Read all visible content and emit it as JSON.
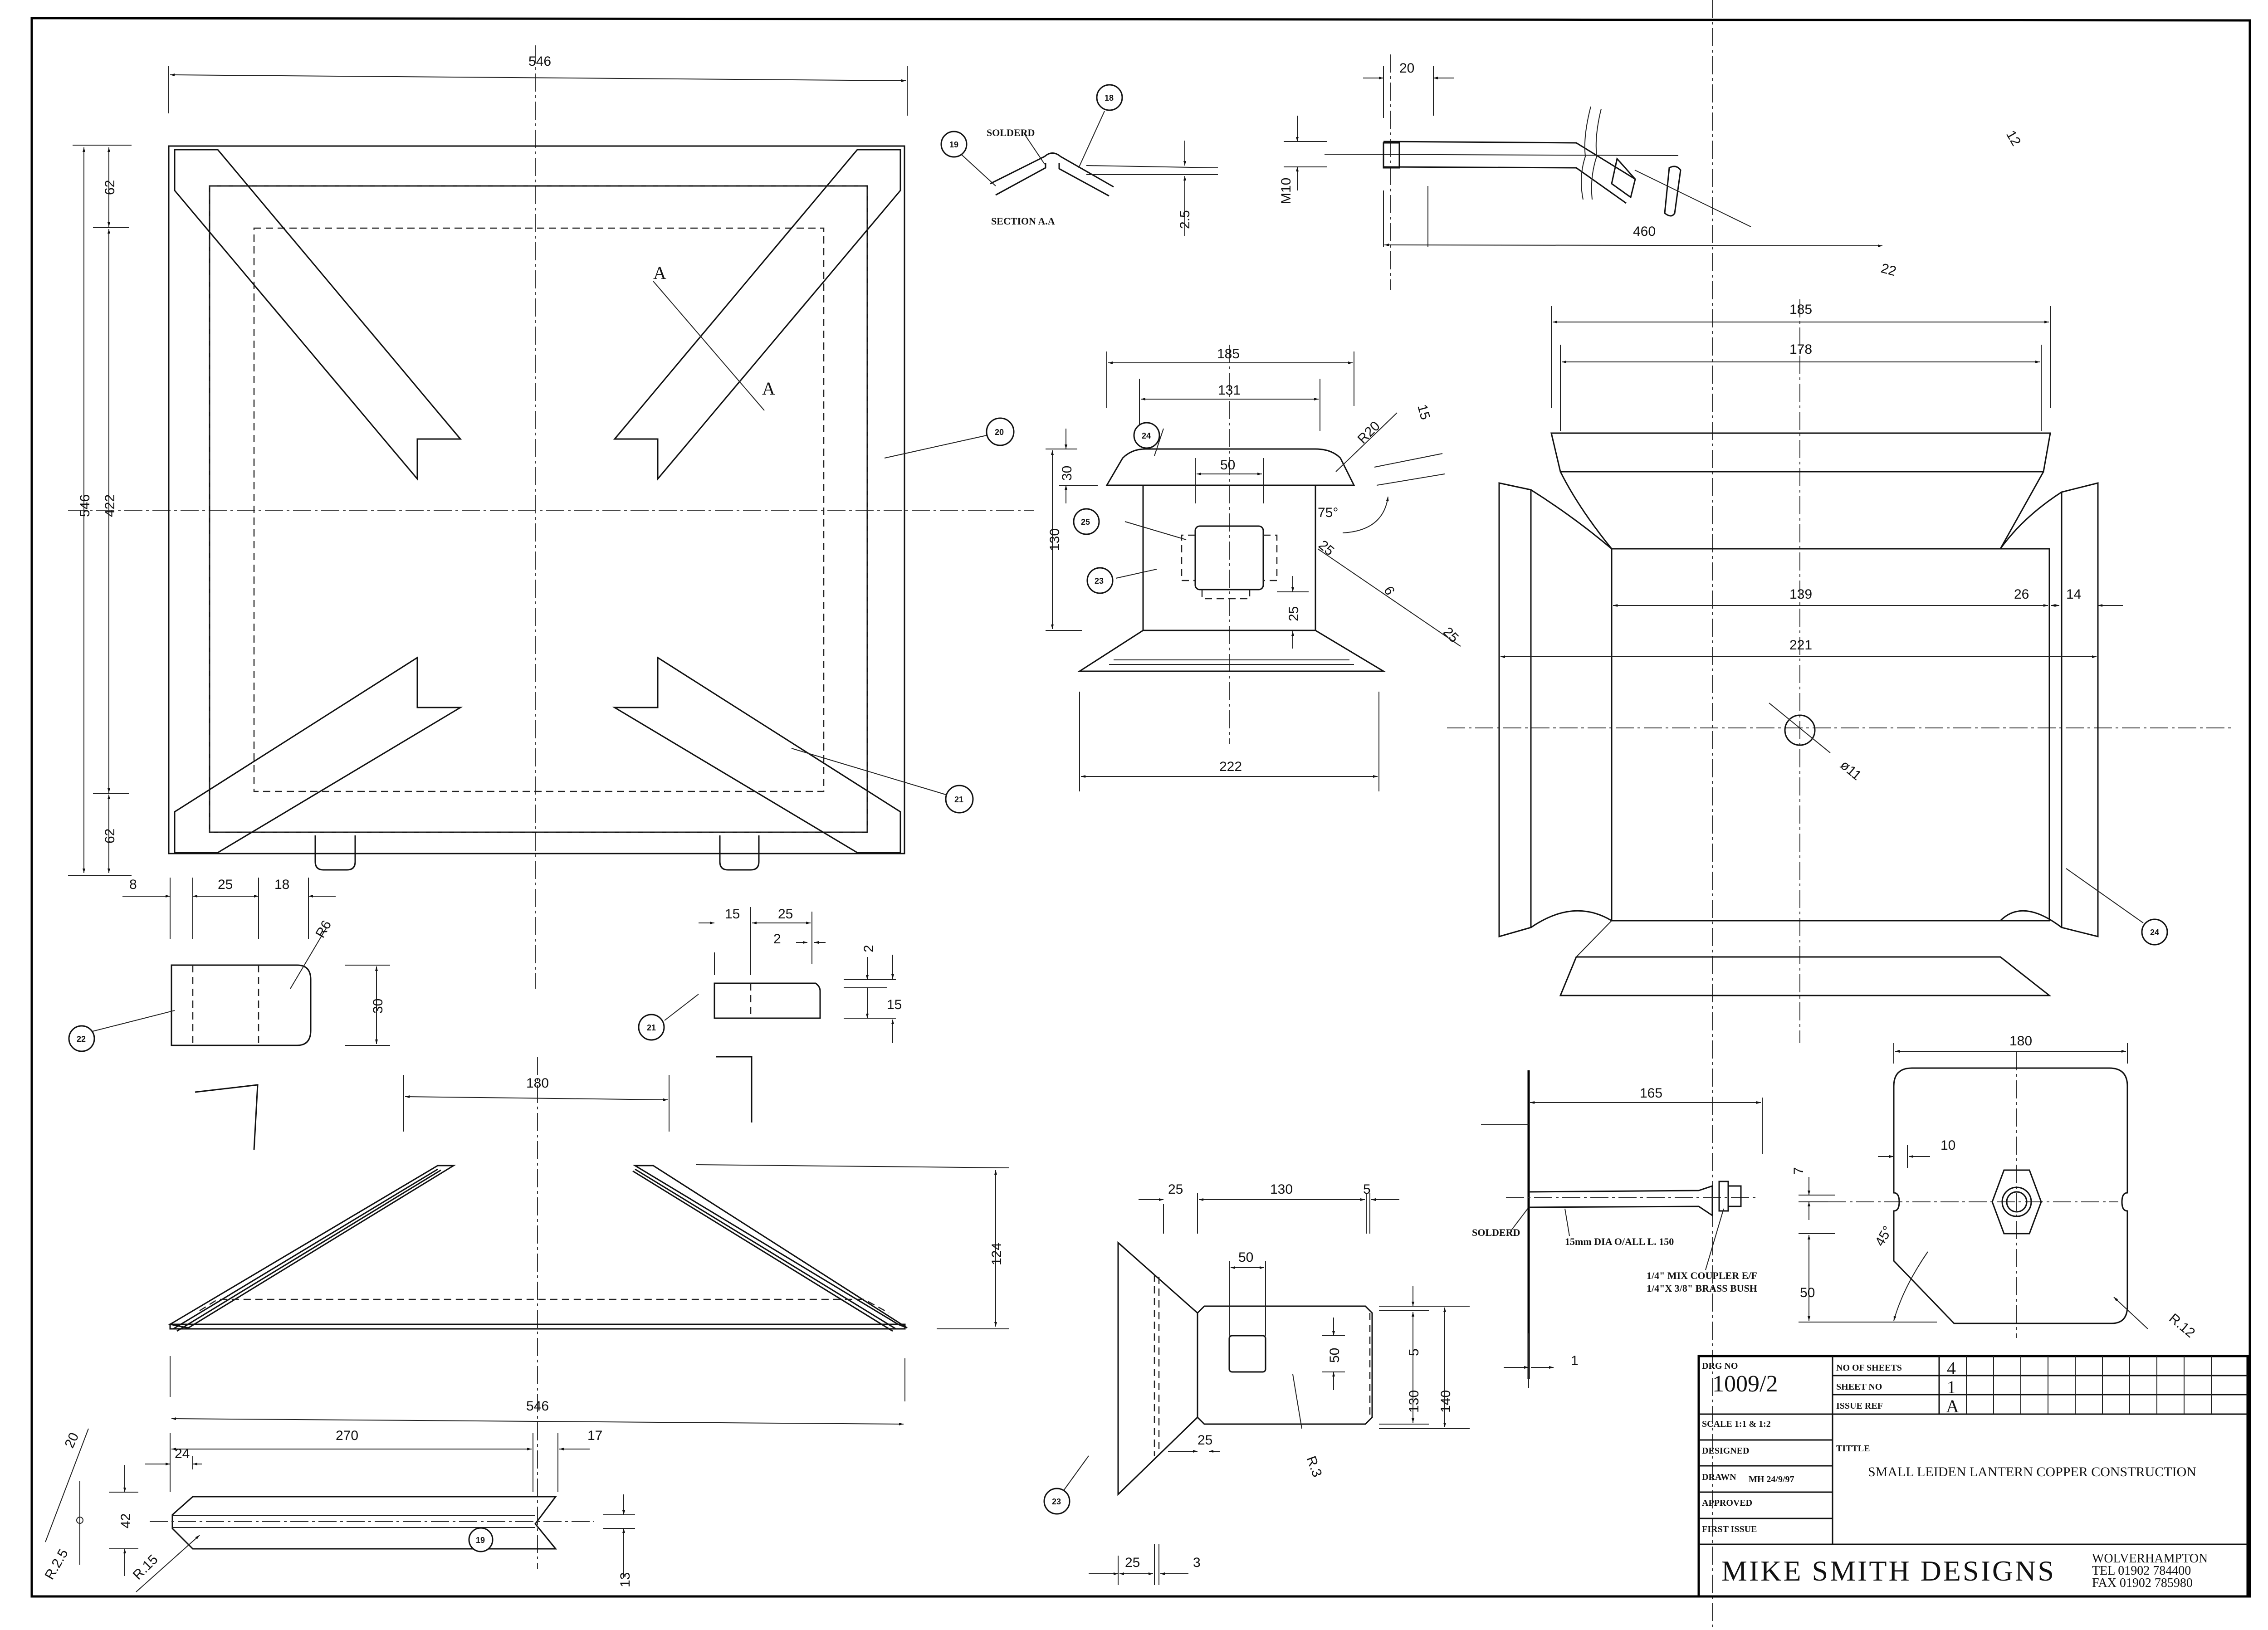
{
  "title_block": {
    "drg_no_label": "DRG NO",
    "drg_no": "1009/2",
    "scale_label": "SCALE 1:1 & 1:2",
    "no_of_sheets_label": "NO OF SHEETS",
    "no_of_sheets": "4",
    "sheet_no_label": "SHEET NO",
    "sheet_no": "1",
    "issue_ref_label": "ISSUE REF",
    "issue_ref": "A",
    "designed_label": "DESIGNED",
    "drawn_label": "DRAWN",
    "drawn_value": "MH 24/9/97",
    "approved_label": "APPROVED",
    "first_issue_label": "FIRST ISSUE",
    "title_label": "TITTLE",
    "title": "SMALL LEIDEN LANTERN COPPER CONSTRUCTION",
    "company": "MIKE SMITH DESIGNS",
    "address_line1": "WOLVERHAMPTON",
    "address_line2": "TEL 01902 784400",
    "address_line3": "FAX 01902 785980"
  },
  "views": {
    "base_frame": {
      "dim_width": "546",
      "dim_height_total": "546",
      "dim_height_inner": "422",
      "dim_top_margin": "62",
      "dim_bottom_margin": "62",
      "section_marker": "A",
      "dim_tab_8": "8",
      "dim_tab_25": "25",
      "dim_tab_18": "18",
      "callout_20": "20",
      "callout_21": "21"
    },
    "section_aa": {
      "label": "SECTION A.A",
      "solder_note": "SOLDERD",
      "callout_18": "18",
      "callout_19": "19",
      "dim_thickness": "2.5"
    },
    "rod": {
      "dim_thread_len": "20",
      "dim_thread": "M10",
      "dim_length": "460",
      "dim_bend": "22",
      "dim_nut": "12"
    },
    "roof_cap": {
      "dim_top": "185",
      "dim_inner": "131",
      "dim_opening": "50",
      "dim_cap_h": "30",
      "dim_body_h": "130",
      "dim_radius": "R20",
      "dim_15": "15",
      "dim_angle": "75°",
      "dim_25a": "25",
      "dim_6": "6",
      "dim_25b": "25",
      "dim_25c": "25",
      "dim_base": "222",
      "callout_24": "24",
      "callout_25": "25",
      "callout_23": "23"
    },
    "roof_development": {
      "dim_185": "185",
      "dim_178": "178",
      "dim_139": "139",
      "dim_26": "26",
      "dim_14": "14",
      "dim_221": "221",
      "dim_hole": "ø11",
      "callout_24": "24"
    },
    "tab_22": {
      "dim_radius": "R6",
      "dim_height": "30",
      "callout": "22"
    },
    "tab_21": {
      "dim_15": "15",
      "dim_25": "25",
      "dim_2a": "2",
      "dim_2b": "2",
      "dim_height": "15",
      "callout": "21"
    },
    "side_bracket": {
      "dim_top": "180",
      "dim_height": "124",
      "dim_total": "546"
    },
    "strip_19": {
      "dim_270": "270",
      "dim_17": "17",
      "dim_24": "24",
      "dim_42": "42",
      "dim_13": "13",
      "dim_20": "20",
      "dim_r25": "R.2.5",
      "dim_r15": "R.15",
      "callout": "19"
    },
    "panel_23": {
      "dim_25_top": "25",
      "dim_130_top": "130",
      "dim_5_top": "5",
      "dim_50_w": "50",
      "dim_50_h": "50",
      "dim_25_in": "25",
      "dim_r3": "R.3",
      "dim_5_side": "5",
      "dim_130_side": "130",
      "dim_140": "140",
      "dim_25_bot": "25",
      "dim_3_bot": "3",
      "callout": "23"
    },
    "burner_tube": {
      "dim_165": "165",
      "solder_note": "SOLDERD",
      "tube_note": "15mm DIA O/ALL L. 150",
      "coupler_note_1": "1/4\" MIX COUPLER E/F",
      "coupler_note_2": "1/4\"X 3/8\" BRASS BUSH",
      "dim_1": "1",
      "dim_7": "7",
      "dim_50": "50"
    },
    "base_plate": {
      "dim_180": "180",
      "dim_10": "10",
      "dim_angle": "45°",
      "dim_r12": "R.12"
    }
  }
}
